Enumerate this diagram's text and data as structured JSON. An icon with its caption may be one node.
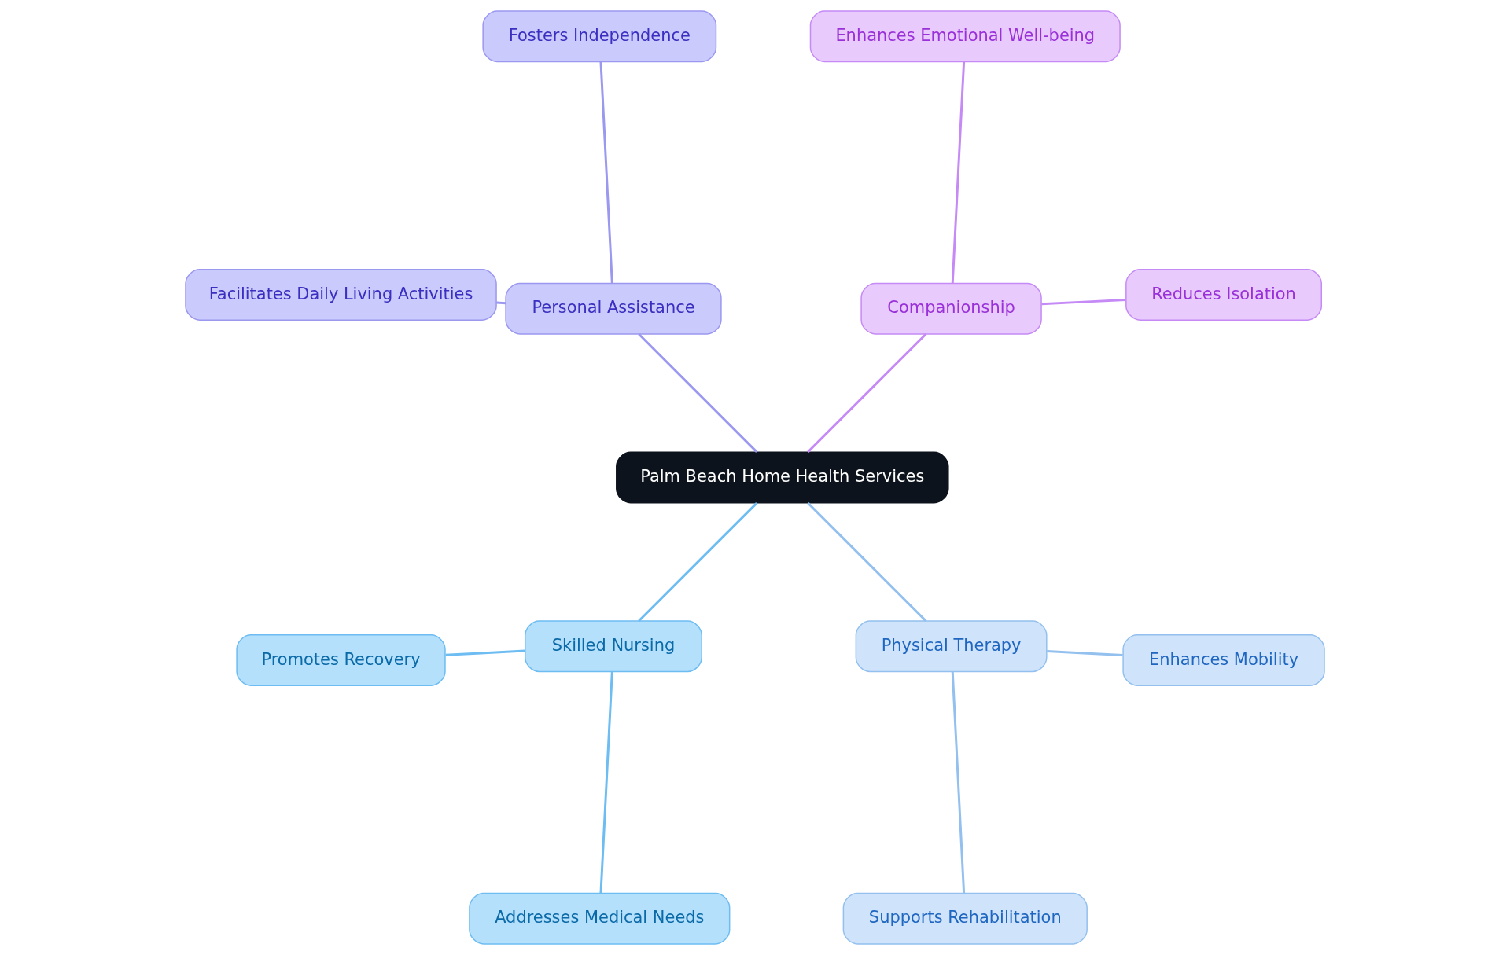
{
  "diagram": {
    "nodes": [
      {
        "text": [
          "Palm Beach Home Health Services"
        ]
      },
      {
        "text": [
          "Companionship"
        ]
      },
      {
        "text": [
          "Reduces Isolation"
        ]
      },
      {
        "text": [
          "Enhances Emotional Well-being"
        ]
      },
      {
        "text": [
          "Personal Assistance"
        ]
      },
      {
        "text": [
          "Fosters Independence"
        ]
      },
      {
        "text": [
          "Facilitates Daily Living Activities"
        ]
      },
      {
        "text": [
          "Skilled Nursing"
        ]
      },
      {
        "text": [
          "Promotes Recovery"
        ]
      },
      {
        "text": [
          "Addresses Medical Needs"
        ]
      },
      {
        "text": [
          "Physical Therapy"
        ]
      },
      {
        "text": [
          "Supports Rehabilitation"
        ]
      },
      {
        "text": [
          "Enhances Mobility"
        ]
      }
    ],
    "edges": [
      {
        "from": 0,
        "to": 1,
        "arrow": "none",
        "color": "#c58af5"
      },
      {
        "from": 1,
        "to": 2,
        "arrow": "none",
        "color": "#c58af5"
      },
      {
        "from": 1,
        "to": 3,
        "arrow": "none",
        "color": "#c58af5"
      },
      {
        "from": 0,
        "to": 4,
        "arrow": "none",
        "color": "#9b98f0"
      },
      {
        "from": 4,
        "to": 5,
        "arrow": "none",
        "color": "#9b98f0"
      },
      {
        "from": 4,
        "to": 6,
        "arrow": "none",
        "color": "#9b98f0"
      },
      {
        "from": 0,
        "to": 7,
        "arrow": "none",
        "color": "#6dbcf2"
      },
      {
        "from": 7,
        "to": 8,
        "arrow": "none",
        "color": "#6dbcf2"
      },
      {
        "from": 7,
        "to": 9,
        "arrow": "none",
        "color": "#6dbcf2"
      },
      {
        "from": 0,
        "to": 10,
        "arrow": "none",
        "color": "#93c0ee"
      },
      {
        "from": 10,
        "to": 11,
        "arrow": "none",
        "color": "#93c0ee"
      },
      {
        "from": 10,
        "to": 12,
        "arrow": "none",
        "color": "#93c0ee"
      }
    ]
  }
}
